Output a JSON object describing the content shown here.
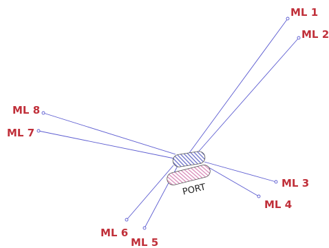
{
  "diagram": {
    "vessel_label": "PORT",
    "colors": {
      "mooring_line": "#5a5ad0",
      "label": "#c0303a",
      "upper_hull_fill": "#8f93d6",
      "lower_hull_fill": "#e6a6c8",
      "outline": "#555555"
    },
    "mooring_lines": [
      {
        "id": "ml1",
        "label": "ML 1"
      },
      {
        "id": "ml2",
        "label": "ML 2"
      },
      {
        "id": "ml3",
        "label": "ML 3"
      },
      {
        "id": "ml4",
        "label": "ML 4"
      },
      {
        "id": "ml5",
        "label": "ML 5"
      },
      {
        "id": "ml6",
        "label": "ML 6"
      },
      {
        "id": "ml7",
        "label": "ML 7"
      },
      {
        "id": "ml8",
        "label": "ML 8"
      }
    ]
  }
}
